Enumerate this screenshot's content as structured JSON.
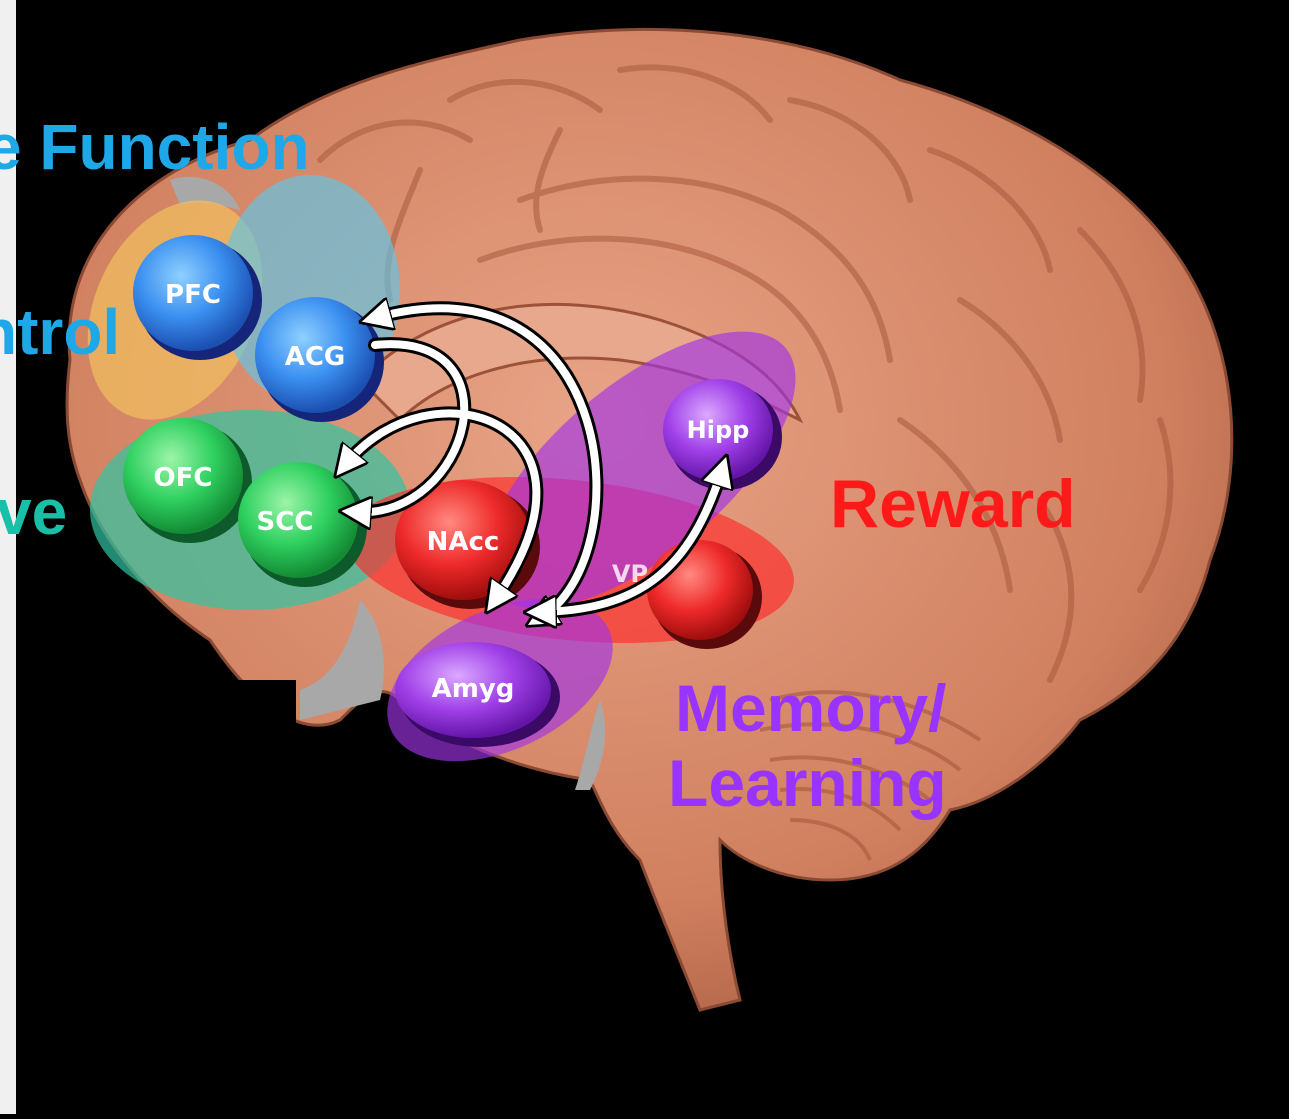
{
  "labels": {
    "executive_function": "e Function",
    "control": "ntrol",
    "motive": "ve",
    "reward": "Reward",
    "memory_line1": "Memory/",
    "memory_line2": "Learning"
  },
  "nodes": {
    "pfc": "PFC",
    "acg": "ACG",
    "ofc": "OFC",
    "scc": "SCC",
    "nacc": "NAcc",
    "vp": "VP",
    "amyg": "Amyg",
    "hipp": "Hipp"
  },
  "colors": {
    "background": "#000000",
    "left_strip": "#f0f0f0",
    "brain": "#d88a6c",
    "executive_blue": "#1fa8e8",
    "motive_teal": "#18c0a8",
    "reward_red": "#ff1a1a",
    "memory_purple": "#9933ff",
    "node_blue": "#3a8ff0",
    "node_green": "#2fd060",
    "node_red": "#ee2a2a",
    "node_purple": "#a040e8",
    "arrow": "#ffffff"
  }
}
